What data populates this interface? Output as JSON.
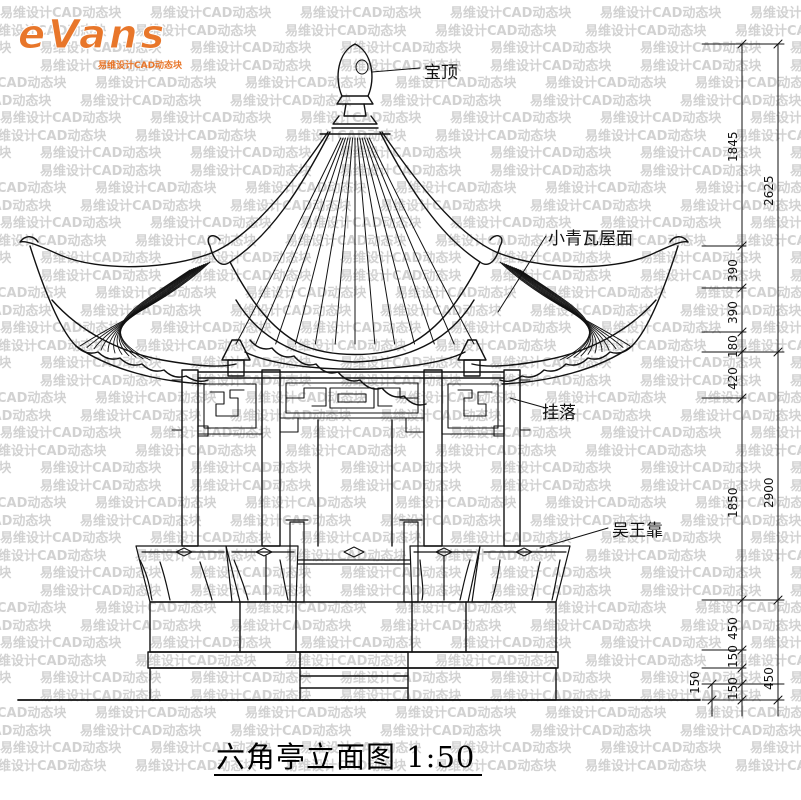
{
  "logo": {
    "brand": "eVans",
    "tagline": "易维设计CAD动态块"
  },
  "watermark": {
    "text": "易维设计CAD动态块"
  },
  "labels": {
    "baoding": "宝顶",
    "roof": "小青瓦屋面",
    "guaLuo": "挂落",
    "wuWangKao": "吴王靠"
  },
  "dimensions": {
    "outer": [
      "2625",
      "2900",
      "450"
    ],
    "inner": [
      "1845",
      "390",
      "390",
      "180",
      "420",
      "1850",
      "450",
      "150",
      "150"
    ],
    "left": "150"
  },
  "title": "六角亭立面图 1:50",
  "colors": {
    "line": "#111111",
    "logo": "#e8762a",
    "watermark": "#d2d2d2"
  }
}
